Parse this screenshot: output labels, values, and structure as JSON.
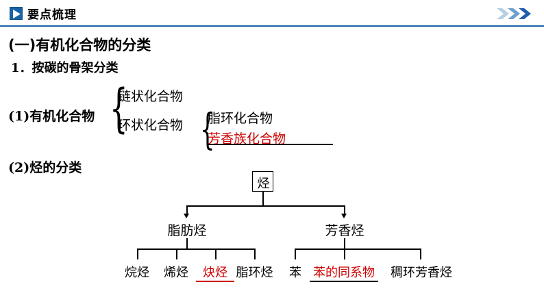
{
  "header": {
    "title": "要点梳理",
    "play_icon": "play-triangle-icon",
    "chevron_icon": "triple-chevron-right-icon",
    "accent_color": "#1763a6",
    "rule_color": "#1763a6"
  },
  "content": {
    "section_title": "(一)有机化合物的分类",
    "item_1": "1．按碳的骨架分类",
    "item_1a_label": "(1)有机化合物",
    "item_1b_label": "(2)烃的分类",
    "classification": {
      "brace_glyph": "{",
      "branches": [
        {
          "label": "链状化合物",
          "color": "#000000",
          "underlined": false
        },
        {
          "label": "环状化合物",
          "color": "#000000",
          "underlined": false
        }
      ],
      "sub_branches": [
        {
          "label": "脂环化合物",
          "color": "#000000",
          "underlined": false
        },
        {
          "label": "芳香族化合物",
          "color": "#cc0000",
          "underlined": true
        }
      ]
    }
  },
  "chart_data": {
    "type": "tree",
    "title": "烃的分类",
    "root": {
      "label": "烃",
      "boxed": true,
      "color": "#000000"
    },
    "level2": [
      {
        "label": "脂肪烃",
        "color": "#000000",
        "underlined": false
      },
      {
        "label": "芳香烃",
        "color": "#000000",
        "underlined": false
      }
    ],
    "level3_left": [
      {
        "label": "烷烃",
        "color": "#000000",
        "underlined": false
      },
      {
        "label": "烯烃",
        "color": "#000000",
        "underlined": false
      },
      {
        "label": "炔烃",
        "color": "#cc0000",
        "underlined": true
      },
      {
        "label": "脂环烃",
        "color": "#000000",
        "underlined": false
      }
    ],
    "level3_right": [
      {
        "label": "苯",
        "color": "#000000",
        "underlined": false
      },
      {
        "label": "苯的同系物",
        "color": "#cc0000",
        "underlined": true
      },
      {
        "label": "稠环芳香烃",
        "color": "#000000",
        "underlined": false
      }
    ],
    "edge_style": "orthogonal",
    "arrowheads": true
  },
  "colors": {
    "highlight_red": "#cc0000",
    "text_black": "#000000",
    "brand_blue": "#1763a6"
  }
}
